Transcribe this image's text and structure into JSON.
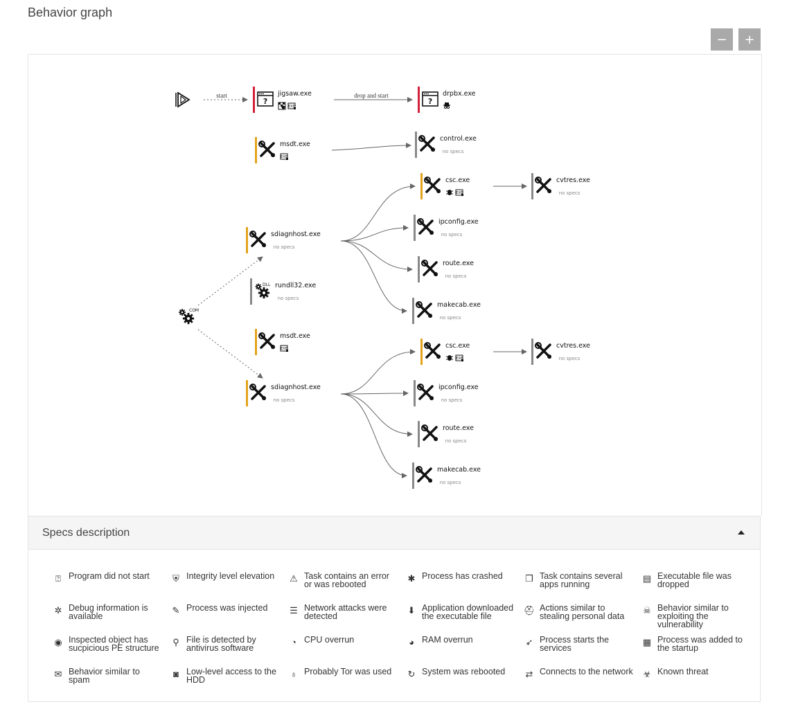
{
  "page": {
    "title": "Behavior graph"
  },
  "zoom": {
    "out_label": "−",
    "in_label": "+"
  },
  "graph": {
    "edge_labels": {
      "start": "start",
      "drop": "drop and start"
    },
    "no_specs": "no specs",
    "colors": {
      "red": "#d4203a",
      "orange": "#e3a21a",
      "gray": "#888888"
    },
    "nodes": [
      {
        "id": "jigsaw",
        "name": "jigsaw.exe",
        "icon": "window-question-icon",
        "bar": "red",
        "specs": [
          "startup-icon",
          "exe-dropped-icon"
        ]
      },
      {
        "id": "drpbx",
        "name": "drpbx.exe",
        "icon": "window-question-icon",
        "bar": "red",
        "specs": [
          "spy-icon"
        ]
      },
      {
        "id": "msdt1",
        "name": "msdt.exe",
        "icon": "tools-icon",
        "bar": "orange",
        "specs": [
          "exe-dropped-icon"
        ]
      },
      {
        "id": "control",
        "name": "control.exe",
        "icon": "tools-icon",
        "bar": "gray",
        "specs": []
      },
      {
        "id": "csc1",
        "name": "csc.exe",
        "icon": "tools-icon",
        "bar": "orange",
        "specs": [
          "bug-icon",
          "exe-dropped-icon"
        ]
      },
      {
        "id": "cvtres1",
        "name": "cvtres.exe",
        "icon": "tools-icon",
        "bar": "gray",
        "specs": []
      },
      {
        "id": "sdiag1",
        "name": "sdiagnhost.exe",
        "icon": "tools-icon",
        "bar": "orange",
        "specs": []
      },
      {
        "id": "ipconfig1",
        "name": "ipconfig.exe",
        "icon": "tools-icon",
        "bar": "gray",
        "specs": []
      },
      {
        "id": "route1",
        "name": "route.exe",
        "icon": "tools-icon",
        "bar": "gray",
        "specs": []
      },
      {
        "id": "rundll",
        "name": "rundll32.exe",
        "icon": "dll-gear-icon",
        "bar": "gray",
        "specs": []
      },
      {
        "id": "makecab1",
        "name": "makecab.exe",
        "icon": "tools-icon",
        "bar": "gray",
        "specs": []
      },
      {
        "id": "msdt2",
        "name": "msdt.exe",
        "icon": "tools-icon",
        "bar": "orange",
        "specs": [
          "exe-dropped-icon"
        ]
      },
      {
        "id": "csc2",
        "name": "csc.exe",
        "icon": "tools-icon",
        "bar": "orange",
        "specs": [
          "bug-icon",
          "exe-dropped-icon"
        ]
      },
      {
        "id": "cvtres2",
        "name": "cvtres.exe",
        "icon": "tools-icon",
        "bar": "gray",
        "specs": []
      },
      {
        "id": "sdiag2",
        "name": "sdiagnhost.exe",
        "icon": "tools-icon",
        "bar": "orange",
        "specs": []
      },
      {
        "id": "ipconfig2",
        "name": "ipconfig.exe",
        "icon": "tools-icon",
        "bar": "gray",
        "specs": []
      },
      {
        "id": "route2",
        "name": "route.exe",
        "icon": "tools-icon",
        "bar": "gray",
        "specs": []
      },
      {
        "id": "makecab2",
        "name": "makecab.exe",
        "icon": "tools-icon",
        "bar": "gray",
        "specs": []
      }
    ],
    "com_label": "COM",
    "dll_label": "DLL"
  },
  "specs": {
    "title": "Specs description",
    "items": [
      {
        "icon": "not-started-icon",
        "label": "Program did not start"
      },
      {
        "icon": "shield-up-icon",
        "label": "Integrity level elevation"
      },
      {
        "icon": "warning-icon",
        "label": "Task contains an error or was rebooted"
      },
      {
        "icon": "crash-icon",
        "label": "Process has crashed"
      },
      {
        "icon": "several-apps-icon",
        "label": "Task contains several apps running"
      },
      {
        "icon": "exe-dropped-icon",
        "label": "Executable file was dropped"
      },
      {
        "icon": "bug-icon",
        "label": "Debug information is available"
      },
      {
        "icon": "syringe-icon",
        "label": "Process was injected"
      },
      {
        "icon": "network-attack-icon",
        "label": "Network attacks were detected"
      },
      {
        "icon": "download-exe-icon",
        "label": "Application downloaded the executable file"
      },
      {
        "icon": "spy-icon",
        "label": "Actions similar to stealing personal data"
      },
      {
        "icon": "skull-icon",
        "label": "Behavior similar to exploiting the vulnerability"
      },
      {
        "icon": "pe-structure-icon",
        "label": "Inspected object has sucpicious PE structure"
      },
      {
        "icon": "antivirus-icon",
        "label": "File is detected by antivirus software"
      },
      {
        "icon": "cpu-icon",
        "label": "CPU overrun"
      },
      {
        "icon": "ram-icon",
        "label": "RAM overrun"
      },
      {
        "icon": "rocket-icon",
        "label": "Process starts the services"
      },
      {
        "icon": "startup-icon",
        "label": "Process was added to the startup"
      },
      {
        "icon": "spam-icon",
        "label": "Behavior similar to spam"
      },
      {
        "icon": "hdd-icon",
        "label": "Low-level access to the HDD"
      },
      {
        "icon": "tor-icon",
        "label": "Probably Tor was used"
      },
      {
        "icon": "reboot-icon",
        "label": "System was rebooted"
      },
      {
        "icon": "connect-icon",
        "label": "Connects to the network"
      },
      {
        "icon": "biohazard-icon",
        "label": "Known threat"
      }
    ]
  }
}
